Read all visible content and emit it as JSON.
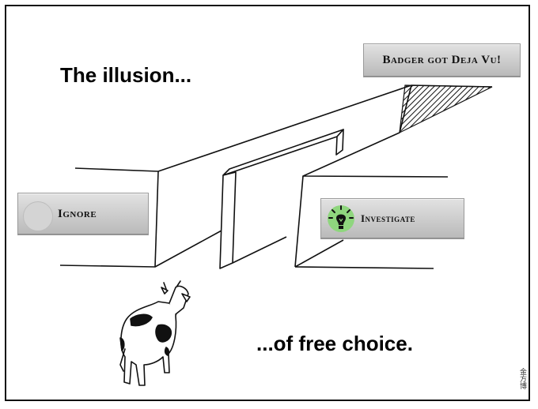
{
  "captions": {
    "top": "The illusion...",
    "bottom": "...of free choice."
  },
  "badge": {
    "label": "Badger got Deja Vu!"
  },
  "choices": {
    "ignore": {
      "label": "Ignore",
      "icon": "blank-circle-icon"
    },
    "investigate": {
      "label": "Investigate",
      "icon": "lightbulb-icon"
    }
  },
  "colors": {
    "ink": "#000000",
    "pill_light": "#e2e2e2",
    "pill_dark": "#b9b9b9",
    "bulb_glow": "#8fd67e"
  },
  "signature": "金方博"
}
